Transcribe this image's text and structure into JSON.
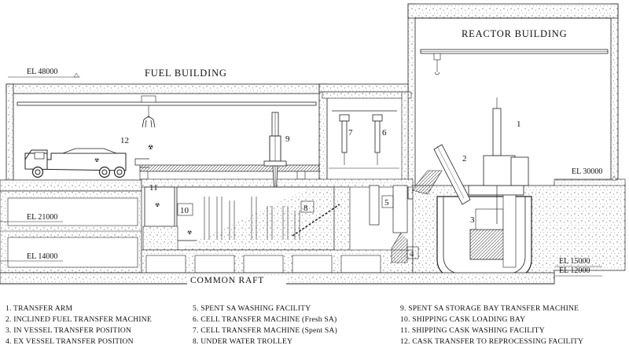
{
  "title_labels": {
    "reactor_building": "REACTOR BUILDING",
    "fuel_building": "FUEL BUILDING",
    "common_raft": "COMMON RAFT"
  },
  "elevations": {
    "el_48000": "EL 48000",
    "el_30000": "EL 30000",
    "el_21000": "EL 21000",
    "el_14000": "EL 14000",
    "el_15000": "EL 15000",
    "el_12000": "EL 12000"
  },
  "callouts": [
    "1",
    "2",
    "3",
    "4",
    "5",
    "6",
    "7",
    "8",
    "9",
    "10",
    "11",
    "12"
  ],
  "legend": [
    [
      "1.   TRANSFER ARM",
      "2.   INCLINED FUEL TRANSFER MACHINE",
      "3.   IN VESSEL TRANSFER POSITION",
      "4.   EX VESSEL TRANSFER POSITION"
    ],
    [
      "5.   SPENT SA WASHING FACILITY",
      "6.   CELL TRANSFER MACHINE (Fresh SA)",
      "7.   CELL TRANSFER MACHINE (Spent SA)",
      "8.   UNDER WATER TROLLEY"
    ],
    [
      "9.   SPENT SA STORAGE BAY TRANSFER MACHINE",
      "10.  SHIPPING CASK LOADING BAY",
      "11.  SHIPPING CASK WASHING FACILITY",
      "12.  CASK TRANSFER TO REPROCESSING FACILITY"
    ]
  ]
}
